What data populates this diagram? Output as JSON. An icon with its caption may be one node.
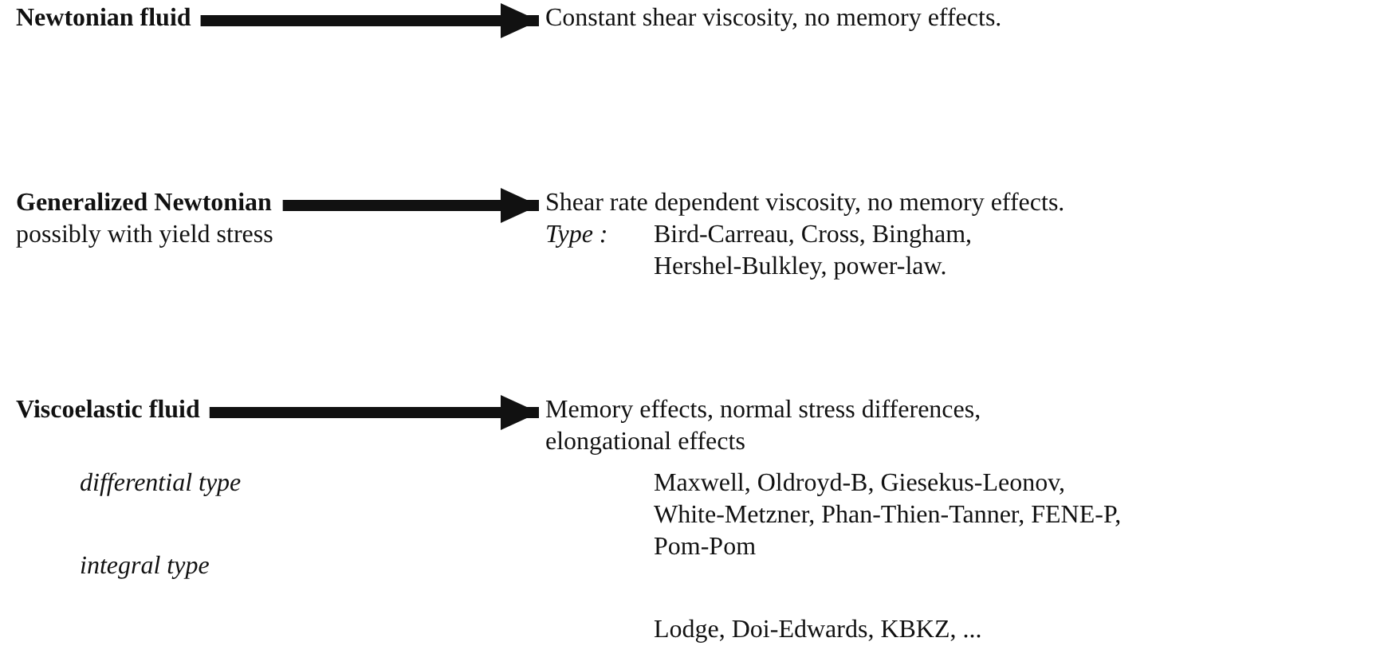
{
  "diagram": {
    "nodes": [
      {
        "text": [
          "Newtonian fluid"
        ]
      },
      {
        "text": [
          "Constant shear viscosity, no memory effects."
        ]
      },
      {
        "text": [
          "Generalized Newtonian",
          "possibly with yield stress"
        ]
      },
      {
        "text": [
          "Shear rate dependent viscosity, no memory effects."
        ]
      },
      {
        "text": [
          "Viscoelastic fluid"
        ]
      },
      {
        "text": [
          "Memory effects, normal stress differences, elongational effects"
        ]
      }
    ],
    "edges": [
      {
        "from": 0,
        "to": 1,
        "arrow": "to"
      },
      {
        "from": 2,
        "to": 3,
        "arrow": "to"
      },
      {
        "from": 4,
        "to": 5,
        "arrow": "to"
      }
    ],
    "labels": [
      "Type :",
      "Bird-Carreau, Cross, Bingham, Hershel-Bulkley, power-law.",
      "differential type",
      "Maxwell, Oldroyd-B, Giesekus-Leonov, White-Metzner, Phan-Thien-Tanner, FENE-P, Pom-Pom",
      "integral type",
      "Lodge, Doi-Edwards, KBKZ, ..."
    ]
  }
}
